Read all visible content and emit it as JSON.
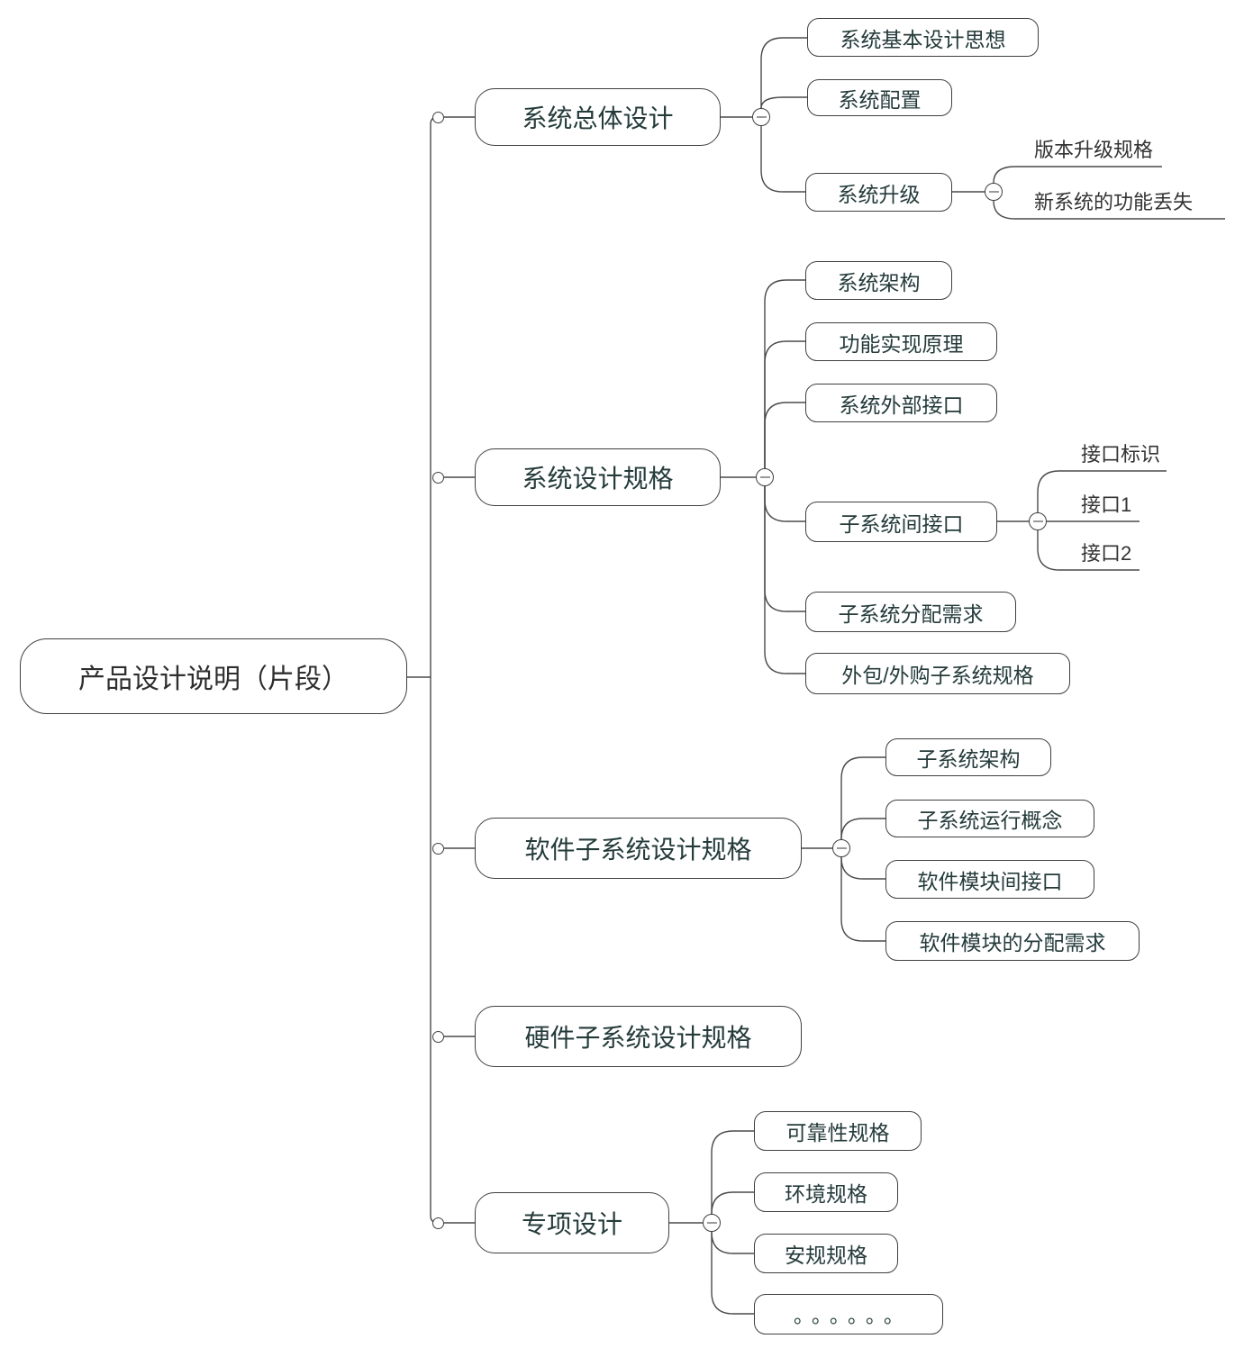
{
  "colors": {
    "background": "#ffffff",
    "topic_text": "#243b3a",
    "plain_text": "#333333",
    "border": "#3f3f3f",
    "line": "#4a4a4a",
    "minus": "#9a9a9a"
  },
  "root": {
    "label": "产品设计说明（片段）"
  },
  "branches": [
    {
      "label": "系统总体设计",
      "children": [
        {
          "label": "系统基本设计思想"
        },
        {
          "label": "系统配置"
        },
        {
          "label": "系统升级",
          "children": [
            {
              "label": "版本升级规格"
            },
            {
              "label": "新系统的功能丢失"
            }
          ]
        }
      ]
    },
    {
      "label": "系统设计规格",
      "children": [
        {
          "label": "系统架构"
        },
        {
          "label": "功能实现原理"
        },
        {
          "label": "系统外部接口"
        },
        {
          "label": "子系统间接口",
          "children": [
            {
              "label": "接口标识"
            },
            {
              "label": "接口1"
            },
            {
              "label": "接口2"
            }
          ]
        },
        {
          "label": "子系统分配需求"
        },
        {
          "label": "外包/外购子系统规格"
        }
      ]
    },
    {
      "label": "软件子系统设计规格",
      "children": [
        {
          "label": "子系统架构"
        },
        {
          "label": "子系统运行概念"
        },
        {
          "label": "软件模块间接口"
        },
        {
          "label": "软件模块的分配需求"
        }
      ]
    },
    {
      "label": "硬件子系统设计规格"
    },
    {
      "label": "专项设计",
      "children": [
        {
          "label": "可靠性规格"
        },
        {
          "label": "环境规格"
        },
        {
          "label": "安规规格"
        },
        {
          "label": "。。。。。。"
        }
      ]
    }
  ]
}
